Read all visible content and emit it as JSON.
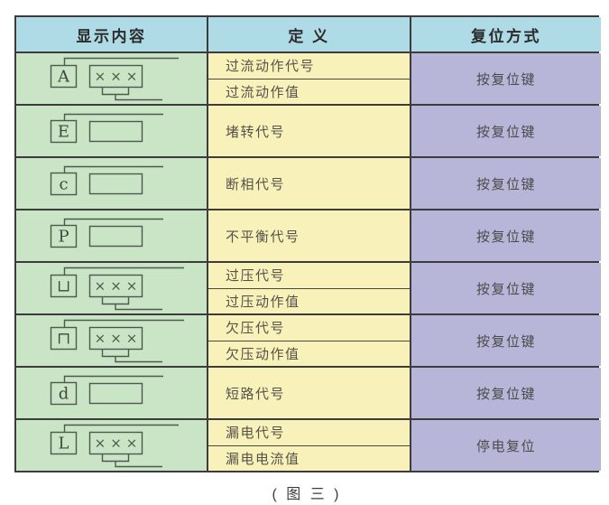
{
  "table": {
    "headers": {
      "display": "显示内容",
      "definition": "定 义",
      "reset": "复位方式"
    },
    "rows": [
      {
        "code": "A",
        "value_display": "×××",
        "definitions": [
          "过流动作代号",
          "过流动作值"
        ],
        "reset": "按复位键"
      },
      {
        "code": "E",
        "value_display": "",
        "definitions": [
          "堵转代号"
        ],
        "reset": "按复位键"
      },
      {
        "code": "c",
        "value_display": "",
        "definitions": [
          "断相代号"
        ],
        "reset": "按复位键"
      },
      {
        "code": "P",
        "value_display": "",
        "definitions": [
          "不平衡代号"
        ],
        "reset": "按复位键"
      },
      {
        "code": "⊔",
        "value_display": "×××",
        "definitions": [
          "过压代号",
          "过压动作值"
        ],
        "reset": "按复位键"
      },
      {
        "code": "⊓",
        "value_display": "×××",
        "definitions": [
          "欠压代号",
          "欠压动作值"
        ],
        "reset": "按复位键"
      },
      {
        "code": "d",
        "value_display": "",
        "definitions": [
          "短路代号"
        ],
        "reset": "按复位键"
      },
      {
        "code": "L",
        "value_display": "×××",
        "definitions": [
          "漏电代号",
          "漏电电流值"
        ],
        "reset": "停电复位"
      }
    ]
  },
  "caption": "( 图 三 )",
  "colors": {
    "header_bg": "#afdbe6",
    "display_column_bg": "#c9e5c6",
    "definition_column_bg": "#f8f2ba",
    "reset_column_bg": "#b7b6d9",
    "grid_border": "#3c3c3c",
    "icon_stroke": "#4e584e"
  }
}
